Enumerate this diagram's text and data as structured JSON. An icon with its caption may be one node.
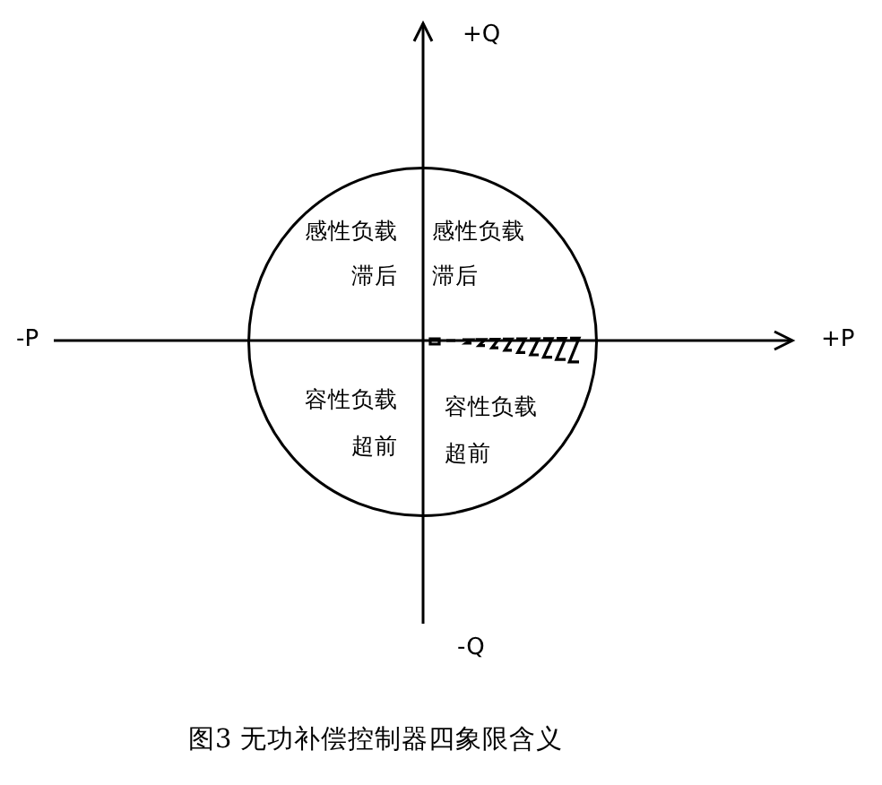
{
  "diagram": {
    "caption": "图3 无功补偿控制器四象限含义",
    "nodes": [
      {
        "text": [
          "感性负载",
          "滞后",
          "感性负载",
          "滞后",
          "容性负载",
          "超前",
          "容性负载",
          "超前"
        ]
      }
    ],
    "labels": [
      "+Q",
      "-P",
      "+P",
      "-Q"
    ]
  }
}
